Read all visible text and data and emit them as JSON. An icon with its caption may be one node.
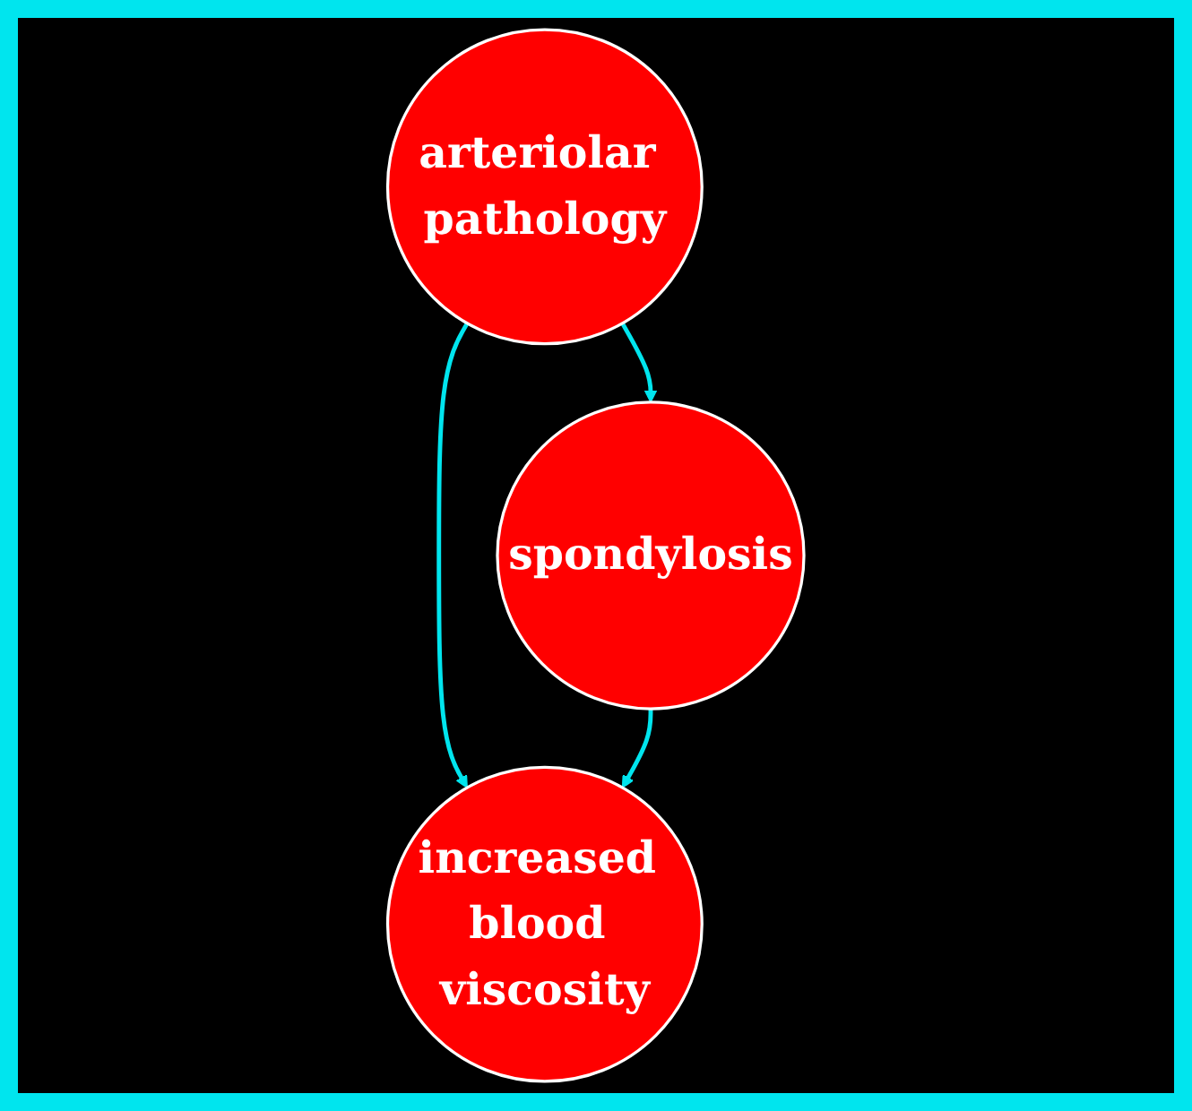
{
  "diagram": {
    "nodes": [
      {
        "text": [
          "arteriolar pathology"
        ]
      },
      {
        "text": [
          "spondylosis"
        ]
      },
      {
        "text": [
          "increased blood viscosity"
        ]
      }
    ],
    "edges": [
      {
        "from": 0,
        "to": 1,
        "arrow": "to"
      },
      {
        "from": 0,
        "to": 2,
        "arrow": "to"
      },
      {
        "from": 1,
        "to": 2,
        "arrow": "to"
      }
    ]
  }
}
